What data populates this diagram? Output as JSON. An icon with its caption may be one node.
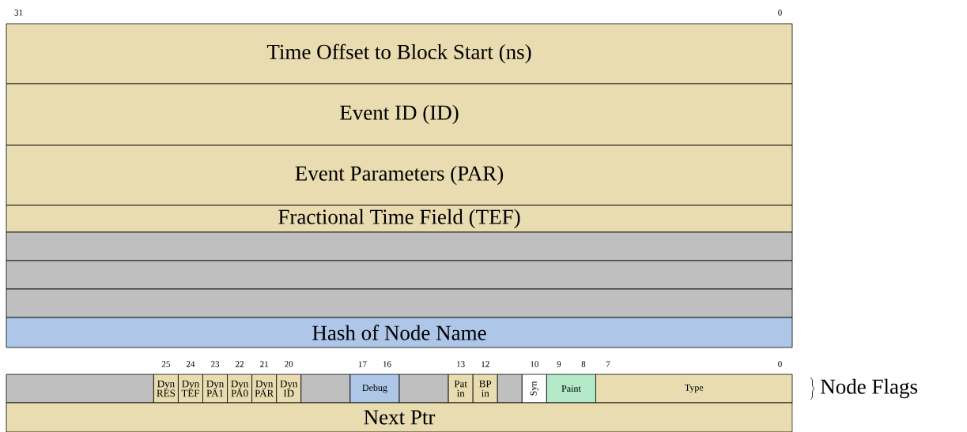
{
  "diagram": {
    "nodes": [
      {
        "text": [
          "Time Offset to Block Start (ns)"
        ]
      },
      {
        "text": [
          "Event ID (ID)"
        ]
      },
      {
        "text": [
          "Event Parameters (PAR)"
        ]
      },
      {
        "text": [
          "Fractional Time Field (TEF)"
        ]
      },
      {
        "text": [],
        "shape": "box"
      },
      {
        "text": [],
        "shape": "box"
      },
      {
        "text": [],
        "shape": "box"
      },
      {
        "text": [
          "Hash of Node Name"
        ]
      },
      {
        "text": [],
        "shape": "box"
      },
      {
        "text": [
          "Dyn RES"
        ]
      },
      {
        "text": [
          "Dyn TEF"
        ]
      },
      {
        "text": [
          "Dyn PA1"
        ]
      },
      {
        "text": [
          "Dyn PA0"
        ]
      },
      {
        "text": [
          "Dyn PAR"
        ]
      },
      {
        "text": [
          "Dyn ID"
        ]
      },
      {
        "text": [],
        "shape": "box"
      },
      {
        "text": [
          "Debug"
        ]
      },
      {
        "text": [],
        "shape": "box"
      },
      {
        "text": [
          "Pat in"
        ]
      },
      {
        "text": [
          "BP in"
        ]
      },
      {
        "text": [],
        "shape": "box"
      },
      {
        "text": [
          "Syn"
        ]
      },
      {
        "text": [
          "Paint"
        ]
      },
      {
        "text": [
          "Type"
        ]
      },
      {
        "text": [
          "Next Ptr"
        ]
      }
    ],
    "labels": [
      "31",
      "0",
      "25",
      "24",
      "23",
      "22",
      "21",
      "20",
      "17",
      "16",
      "13",
      "12",
      "10",
      "9",
      "8",
      "7",
      "0",
      "Node Flags"
    ]
  }
}
